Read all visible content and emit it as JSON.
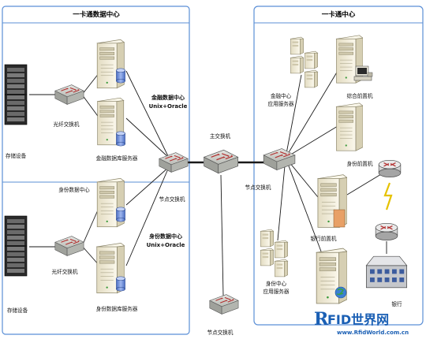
{
  "left_panel": {
    "title": "一卡通数据中心",
    "upper": {
      "storage_label": "存储设备",
      "fiber_switch_label": "光纤交换机",
      "db_server_label": "金融数据库服务器",
      "center_label_1": "金融数据中心",
      "center_label_2": "Unix+Oracle"
    },
    "lower": {
      "center_label_top": "身份数据中心",
      "storage_label": "存储设备",
      "fiber_switch_label": "光纤交换机",
      "db_server_label": "身份数据库服务器",
      "center_label_1": "身份数据中心",
      "center_label_2": "Unix+Oracle"
    },
    "node_switch_label": "节点交换机"
  },
  "center": {
    "main_switch_label": "主交换机",
    "bottom_node_switch_label": "节点交换机"
  },
  "right_panel": {
    "title": "一卡通中心",
    "node_switch_label": "节点交换机",
    "finance_app_1": "金融中心",
    "finance_app_2": "应用服务器",
    "general_frontend": "综合前置机",
    "identity_frontend": "身份前置机",
    "bank_frontend": "银行前置机",
    "identity_app_1": "身份中心",
    "identity_app_2": "应用服务器",
    "bank_label": "银行"
  },
  "watermark": {
    "r_letter": "R",
    "brand_text": "FID世界网",
    "url": "www.RfidWorld.com.cn"
  },
  "colors": {
    "panel_border": "#5b8fd6",
    "line": "#1a1a1a",
    "server_body": "#f1ecd8",
    "switch_body": "#c9cbc6",
    "db_cylinder": "#6f8fd8",
    "watermark": "#1a5fb4"
  }
}
